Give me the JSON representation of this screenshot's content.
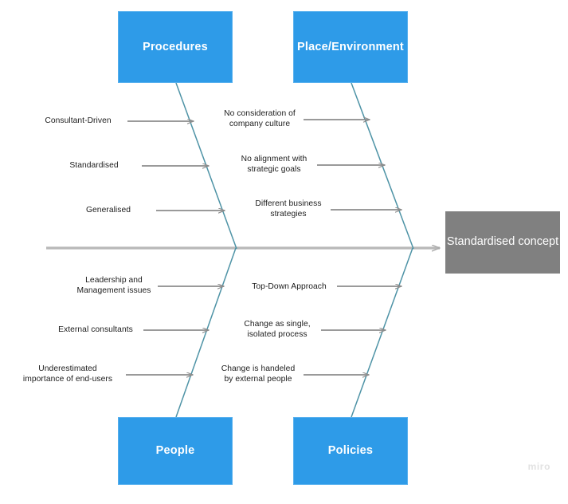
{
  "diagram": {
    "type": "fishbone",
    "title_effect": "Standardised concept",
    "watermark": "miro",
    "colors": {
      "category_fill": "#2e9be8",
      "category_border": "#57b0ee",
      "effect_fill": "#808080",
      "spine": "#b3b3b3",
      "bone": "#4a8fa0",
      "arrow": "#8c8c8c",
      "text": "#1c1c1c"
    },
    "categories": [
      {
        "id": "procedures",
        "label": "Procedures",
        "position": "top-left"
      },
      {
        "id": "place",
        "label": "Place/Environment",
        "position": "top-right"
      },
      {
        "id": "people",
        "label": "People",
        "position": "bottom-left"
      },
      {
        "id": "policies",
        "label": "Policies",
        "position": "bottom-right"
      }
    ],
    "causes": {
      "procedures": [
        "Consultant-Driven",
        "Standardised",
        "Generalised"
      ],
      "place": [
        "No consideration of\ncompany culture",
        "No alignment with\nstrategic goals",
        "Different business\nstrategies"
      ],
      "people": [
        "Leadership and\nManagement issues",
        "External consultants",
        "Underestimated\nimportance of end-users"
      ],
      "policies": [
        "Top-Down Approach",
        "Change as single,\nisolated process",
        "Change is handeled\nby external people"
      ]
    }
  }
}
